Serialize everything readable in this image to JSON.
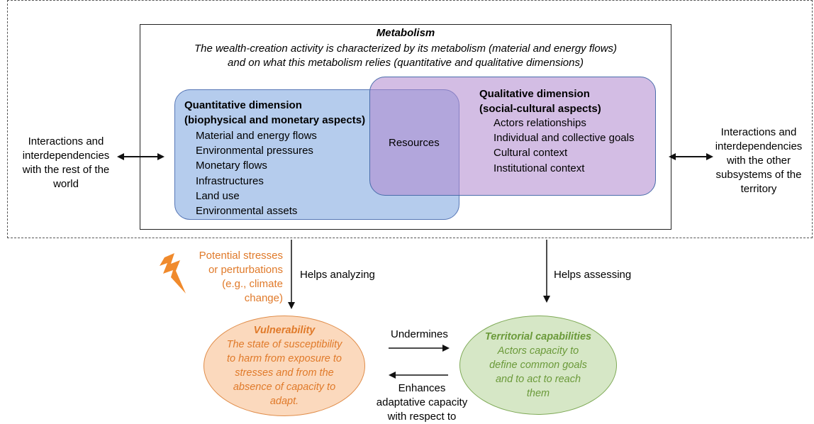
{
  "metabolism": {
    "title": "Metabolism",
    "subtitle_line1": "The wealth-creation activity is characterized by its metabolism (material and energy flows)",
    "subtitle_line2": "and on what this metabolism relies (quantitative and qualitative dimensions)"
  },
  "quantitative": {
    "heading_line1": "Quantitative dimension",
    "heading_line2": "(biophysical and monetary aspects)",
    "items": [
      "Material and energy flows",
      "Environmental pressures",
      "Monetary flows",
      "Infrastructures",
      "Land use",
      "Environmental assets"
    ]
  },
  "qualitative": {
    "heading_line1": "Qualitative dimension",
    "heading_line2": "(social-cultural aspects)",
    "items": [
      "Actors relationships",
      "Individual and collective goals",
      "Cultural context",
      "Institutional context"
    ]
  },
  "overlap_label": "Resources",
  "left_side": [
    "Interactions and",
    "interdependencies",
    "with the rest of the",
    "world"
  ],
  "right_side": [
    "Interactions and",
    "interdependencies",
    "with the other",
    "subsystems of the",
    "territory"
  ],
  "stress": [
    "Potential stresses",
    "or perturbations",
    "(e.g., climate",
    "change)"
  ],
  "helps_analyzing": "Helps analyzing",
  "helps_assessing": "Helps assessing",
  "vulnerability": {
    "title": "Vulnerability",
    "lines": [
      "The state of susceptibility",
      "to harm from exposure to",
      "stresses and from the",
      "absence of capacity to",
      "adapt."
    ]
  },
  "territorial": {
    "title": "Territorial capabilities",
    "lines": [
      "Actors capacity to",
      "define common goals",
      "and to act to reach",
      "them"
    ]
  },
  "undermines": "Undermines",
  "enhances": [
    "Enhances",
    "adaptative capacity",
    "with respect to"
  ],
  "colors": {
    "orange": "#e07a2a",
    "green": "#6b9a3a",
    "blue_fill": "#99b8e6",
    "purple_fill": "#af87cd",
    "lightning": "#f08a2c"
  }
}
